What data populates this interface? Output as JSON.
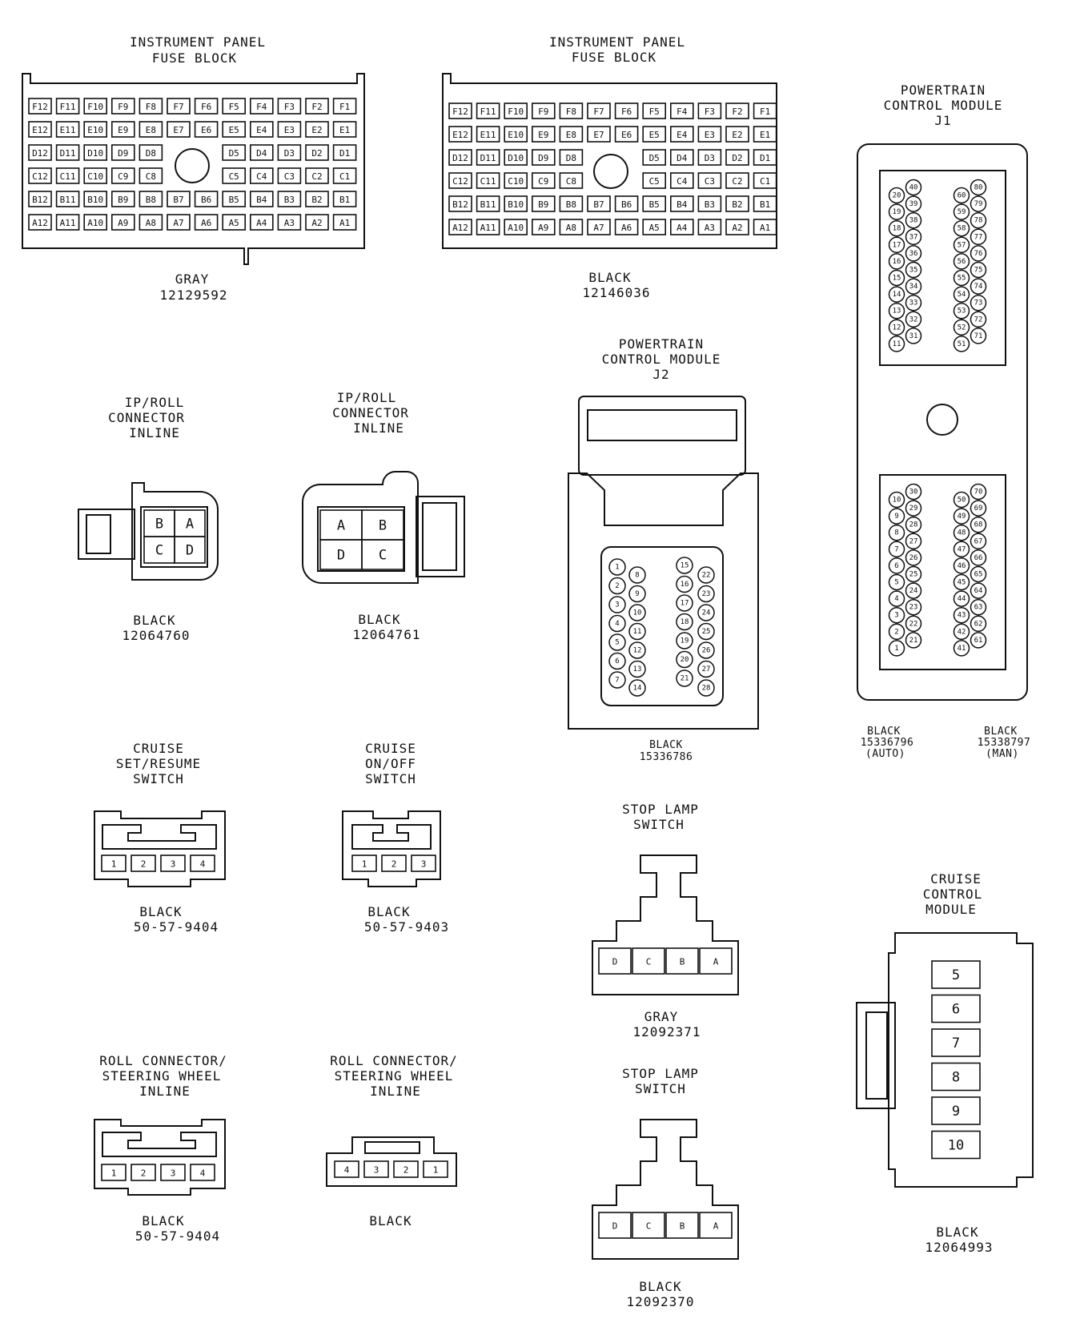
{
  "connectors": {
    "fuse_gray": {
      "title": [
        "INSTRUMENT PANEL",
        "FUSE BLOCK"
      ],
      "color": "GRAY",
      "part": "12129592",
      "rows": [
        [
          "F12",
          "F11",
          "F10",
          "F9",
          "F8",
          "F7",
          "F6",
          "F5",
          "F4",
          "F3",
          "F2",
          "F1"
        ],
        [
          "E12",
          "E11",
          "E10",
          "E9",
          "E8",
          "E7",
          "E6",
          "E5",
          "E4",
          "E3",
          "E2",
          "E1"
        ],
        [
          "D12",
          "D11",
          "D10",
          "D9",
          "D8",
          "",
          "",
          "D5",
          "D4",
          "D3",
          "D2",
          "D1"
        ],
        [
          "C12",
          "C11",
          "C10",
          "C9",
          "C8",
          "",
          "",
          "C5",
          "C4",
          "C3",
          "C2",
          "C1"
        ],
        [
          "B12",
          "B11",
          "B10",
          "B9",
          "B8",
          "B7",
          "B6",
          "B5",
          "B4",
          "B3",
          "B2",
          "B1"
        ],
        [
          "A12",
          "A11",
          "A10",
          "A9",
          "A8",
          "A7",
          "A6",
          "A5",
          "A4",
          "A3",
          "A2",
          "A1"
        ]
      ]
    },
    "fuse_black": {
      "title": [
        "INSTRUMENT PANEL",
        "FUSE BLOCK"
      ],
      "color": "BLACK",
      "part": "12146036",
      "rows": [
        [
          "F12",
          "F11",
          "F10",
          "F9",
          "F8",
          "F7",
          "F6",
          "F5",
          "F4",
          "F3",
          "F2",
          "F1"
        ],
        [
          "E12",
          "E11",
          "E10",
          "E9",
          "E8",
          "E7",
          "E6",
          "E5",
          "E4",
          "E3",
          "E2",
          "E1"
        ],
        [
          "D12",
          "D11",
          "D10",
          "D9",
          "D8",
          "",
          "",
          "D5",
          "D4",
          "D3",
          "D2",
          "D1"
        ],
        [
          "C12",
          "C11",
          "C10",
          "C9",
          "C8",
          "",
          "",
          "C5",
          "C4",
          "C3",
          "C2",
          "C1"
        ],
        [
          "B12",
          "B11",
          "B10",
          "B9",
          "B8",
          "B7",
          "B6",
          "B5",
          "B4",
          "B3",
          "B2",
          "B1"
        ],
        [
          "A12",
          "A11",
          "A10",
          "A9",
          "A8",
          "A7",
          "A6",
          "A5",
          "A4",
          "A3",
          "A2",
          "A1"
        ]
      ]
    },
    "pcm_j1": {
      "title": [
        "POWERTRAIN",
        "CONTROL MODULE",
        "J1"
      ],
      "upper_cols": [
        [
          "20",
          "19",
          "18",
          "17",
          "16",
          "15",
          "14",
          "13",
          "12",
          "11"
        ],
        [
          "40",
          "39",
          "38",
          "37",
          "36",
          "35",
          "34",
          "33",
          "32",
          "31"
        ],
        [
          "60",
          "59",
          "58",
          "57",
          "56",
          "55",
          "54",
          "53",
          "52",
          "51"
        ],
        [
          "80",
          "79",
          "78",
          "77",
          "76",
          "75",
          "74",
          "73",
          "72",
          "71"
        ]
      ],
      "lower_cols": [
        [
          "10",
          "9",
          "8",
          "7",
          "6",
          "5",
          "4",
          "3",
          "2",
          "1"
        ],
        [
          "30",
          "29",
          "28",
          "27",
          "26",
          "25",
          "24",
          "23",
          "22",
          "21"
        ],
        [
          "50",
          "49",
          "48",
          "47",
          "46",
          "45",
          "44",
          "43",
          "42",
          "41"
        ],
        [
          "70",
          "69",
          "68",
          "67",
          "66",
          "65",
          "64",
          "63",
          "62",
          "61"
        ]
      ],
      "variants": [
        {
          "color": "BLACK",
          "part": "15336796",
          "note": "(AUTO)"
        },
        {
          "color": "BLACK",
          "part": "15338797",
          "note": "(MAN)"
        }
      ]
    },
    "pcm_j2": {
      "title": [
        "POWERTRAIN",
        "CONTROL MODULE",
        "J2"
      ],
      "color": "BLACK",
      "part": "15336786",
      "cols": [
        [
          "1",
          "2",
          "3",
          "4",
          "5",
          "6",
          "7"
        ],
        [
          "8",
          "9",
          "10",
          "11",
          "12",
          "13",
          "14"
        ],
        [
          "15",
          "16",
          "17",
          "18",
          "19",
          "20",
          "21"
        ],
        [
          "22",
          "23",
          "24",
          "25",
          "26",
          "27",
          "28"
        ]
      ]
    },
    "iproll_1": {
      "title": [
        "IP/ROLL",
        "CONNECTOR",
        "INLINE"
      ],
      "color": "BLACK",
      "part": "12064760",
      "pins": [
        "B",
        "A",
        "C",
        "D"
      ]
    },
    "iproll_2": {
      "title": [
        "IP/ROLL",
        "CONNECTOR",
        "INLINE"
      ],
      "color": "BLACK",
      "part": "12064761",
      "pins": [
        "A",
        "B",
        "D",
        "C"
      ]
    },
    "cruise_set": {
      "title": [
        "CRUISE",
        "SET/RESUME",
        "SWITCH"
      ],
      "color": "BLACK",
      "part": "50-57-9404",
      "pins": [
        "1",
        "2",
        "3",
        "4"
      ]
    },
    "cruise_onoff": {
      "title": [
        "CRUISE",
        "ON/OFF",
        "SWITCH"
      ],
      "color": "BLACK",
      "part": "50-57-9403",
      "pins": [
        "1",
        "2",
        "3"
      ]
    },
    "stop_lamp_gray": {
      "title": [
        "STOP LAMP",
        "SWITCH"
      ],
      "color": "GRAY",
      "part": "12092371",
      "pins": [
        "D",
        "C",
        "B",
        "A"
      ]
    },
    "stop_lamp_black": {
      "title": [
        "STOP LAMP",
        "SWITCH"
      ],
      "color": "BLACK",
      "part": "12092370",
      "pins": [
        "D",
        "C",
        "B",
        "A"
      ]
    },
    "roll_sw_1": {
      "title": [
        "ROLL CONNECTOR/",
        "STEERING WHEEL",
        "INLINE"
      ],
      "color": "BLACK",
      "part": "50-57-9404",
      "pins": [
        "1",
        "2",
        "3",
        "4"
      ]
    },
    "roll_sw_2": {
      "title": [
        "ROLL CONNECTOR/",
        "STEERING WHEEL",
        "INLINE"
      ],
      "color": "BLACK",
      "part": "",
      "pins": [
        "4",
        "3",
        "2",
        "1"
      ]
    },
    "cruise_module": {
      "title": [
        "CRUISE",
        "CONTROL",
        "MODULE"
      ],
      "color": "BLACK",
      "part": "12064993",
      "pins": [
        "5",
        "6",
        "7",
        "8",
        "9",
        "10"
      ]
    }
  }
}
